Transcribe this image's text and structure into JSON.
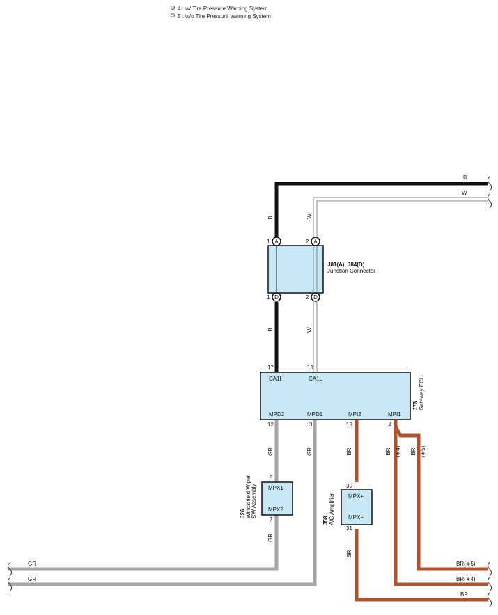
{
  "notes": {
    "note4": "4 : w/ Tire Pressure Warning System",
    "note5": "5 : w/o Tire Pressure Warning System"
  },
  "colors": {
    "black_wire": "#111111",
    "gray_wire": "#a5a5a5",
    "brown_wire": "#b0532c",
    "white_wire": "#8a8a8a",
    "component_fill": "#c8e8f6"
  },
  "wires": {
    "b": "B",
    "w": "W",
    "gr": "GR",
    "br": "BR",
    "br4": "BR(∗4)",
    "br5": "BR(∗5)",
    "star4": "(∗4)",
    "star5": "(∗5)"
  },
  "junction": {
    "code": "J81(A), J84(D)",
    "name": "Junction Connector",
    "pin1": "1",
    "pin2": "2",
    "conn_a": "A",
    "conn_d": "D"
  },
  "gateway": {
    "code": "J76",
    "name": "Gateway ECU",
    "pins_top": [
      {
        "num": "17",
        "label": "CA1H"
      },
      {
        "num": "18",
        "label": "CA1L"
      }
    ],
    "pins_bottom": [
      {
        "num": "12",
        "label": "MPD2"
      },
      {
        "num": "3",
        "label": "MPD1"
      },
      {
        "num": "13",
        "label": "MPI2"
      },
      {
        "num": "4",
        "label": "MPI1"
      }
    ]
  },
  "wiper": {
    "code": "J26",
    "name_line1": "Windshield Wiper",
    "name_line2": "SW Assembly",
    "pin_top_num": "6",
    "pin_top_label": "MPX1",
    "pin_bottom_num": "7",
    "pin_bottom_label": "MPX2"
  },
  "amplifier": {
    "code": "J58",
    "name": "A/C Amplifier",
    "pin_top_num": "30",
    "pin_top_label": "MPX+",
    "pin_bottom_num": "31",
    "pin_bottom_label": "MPX−"
  }
}
